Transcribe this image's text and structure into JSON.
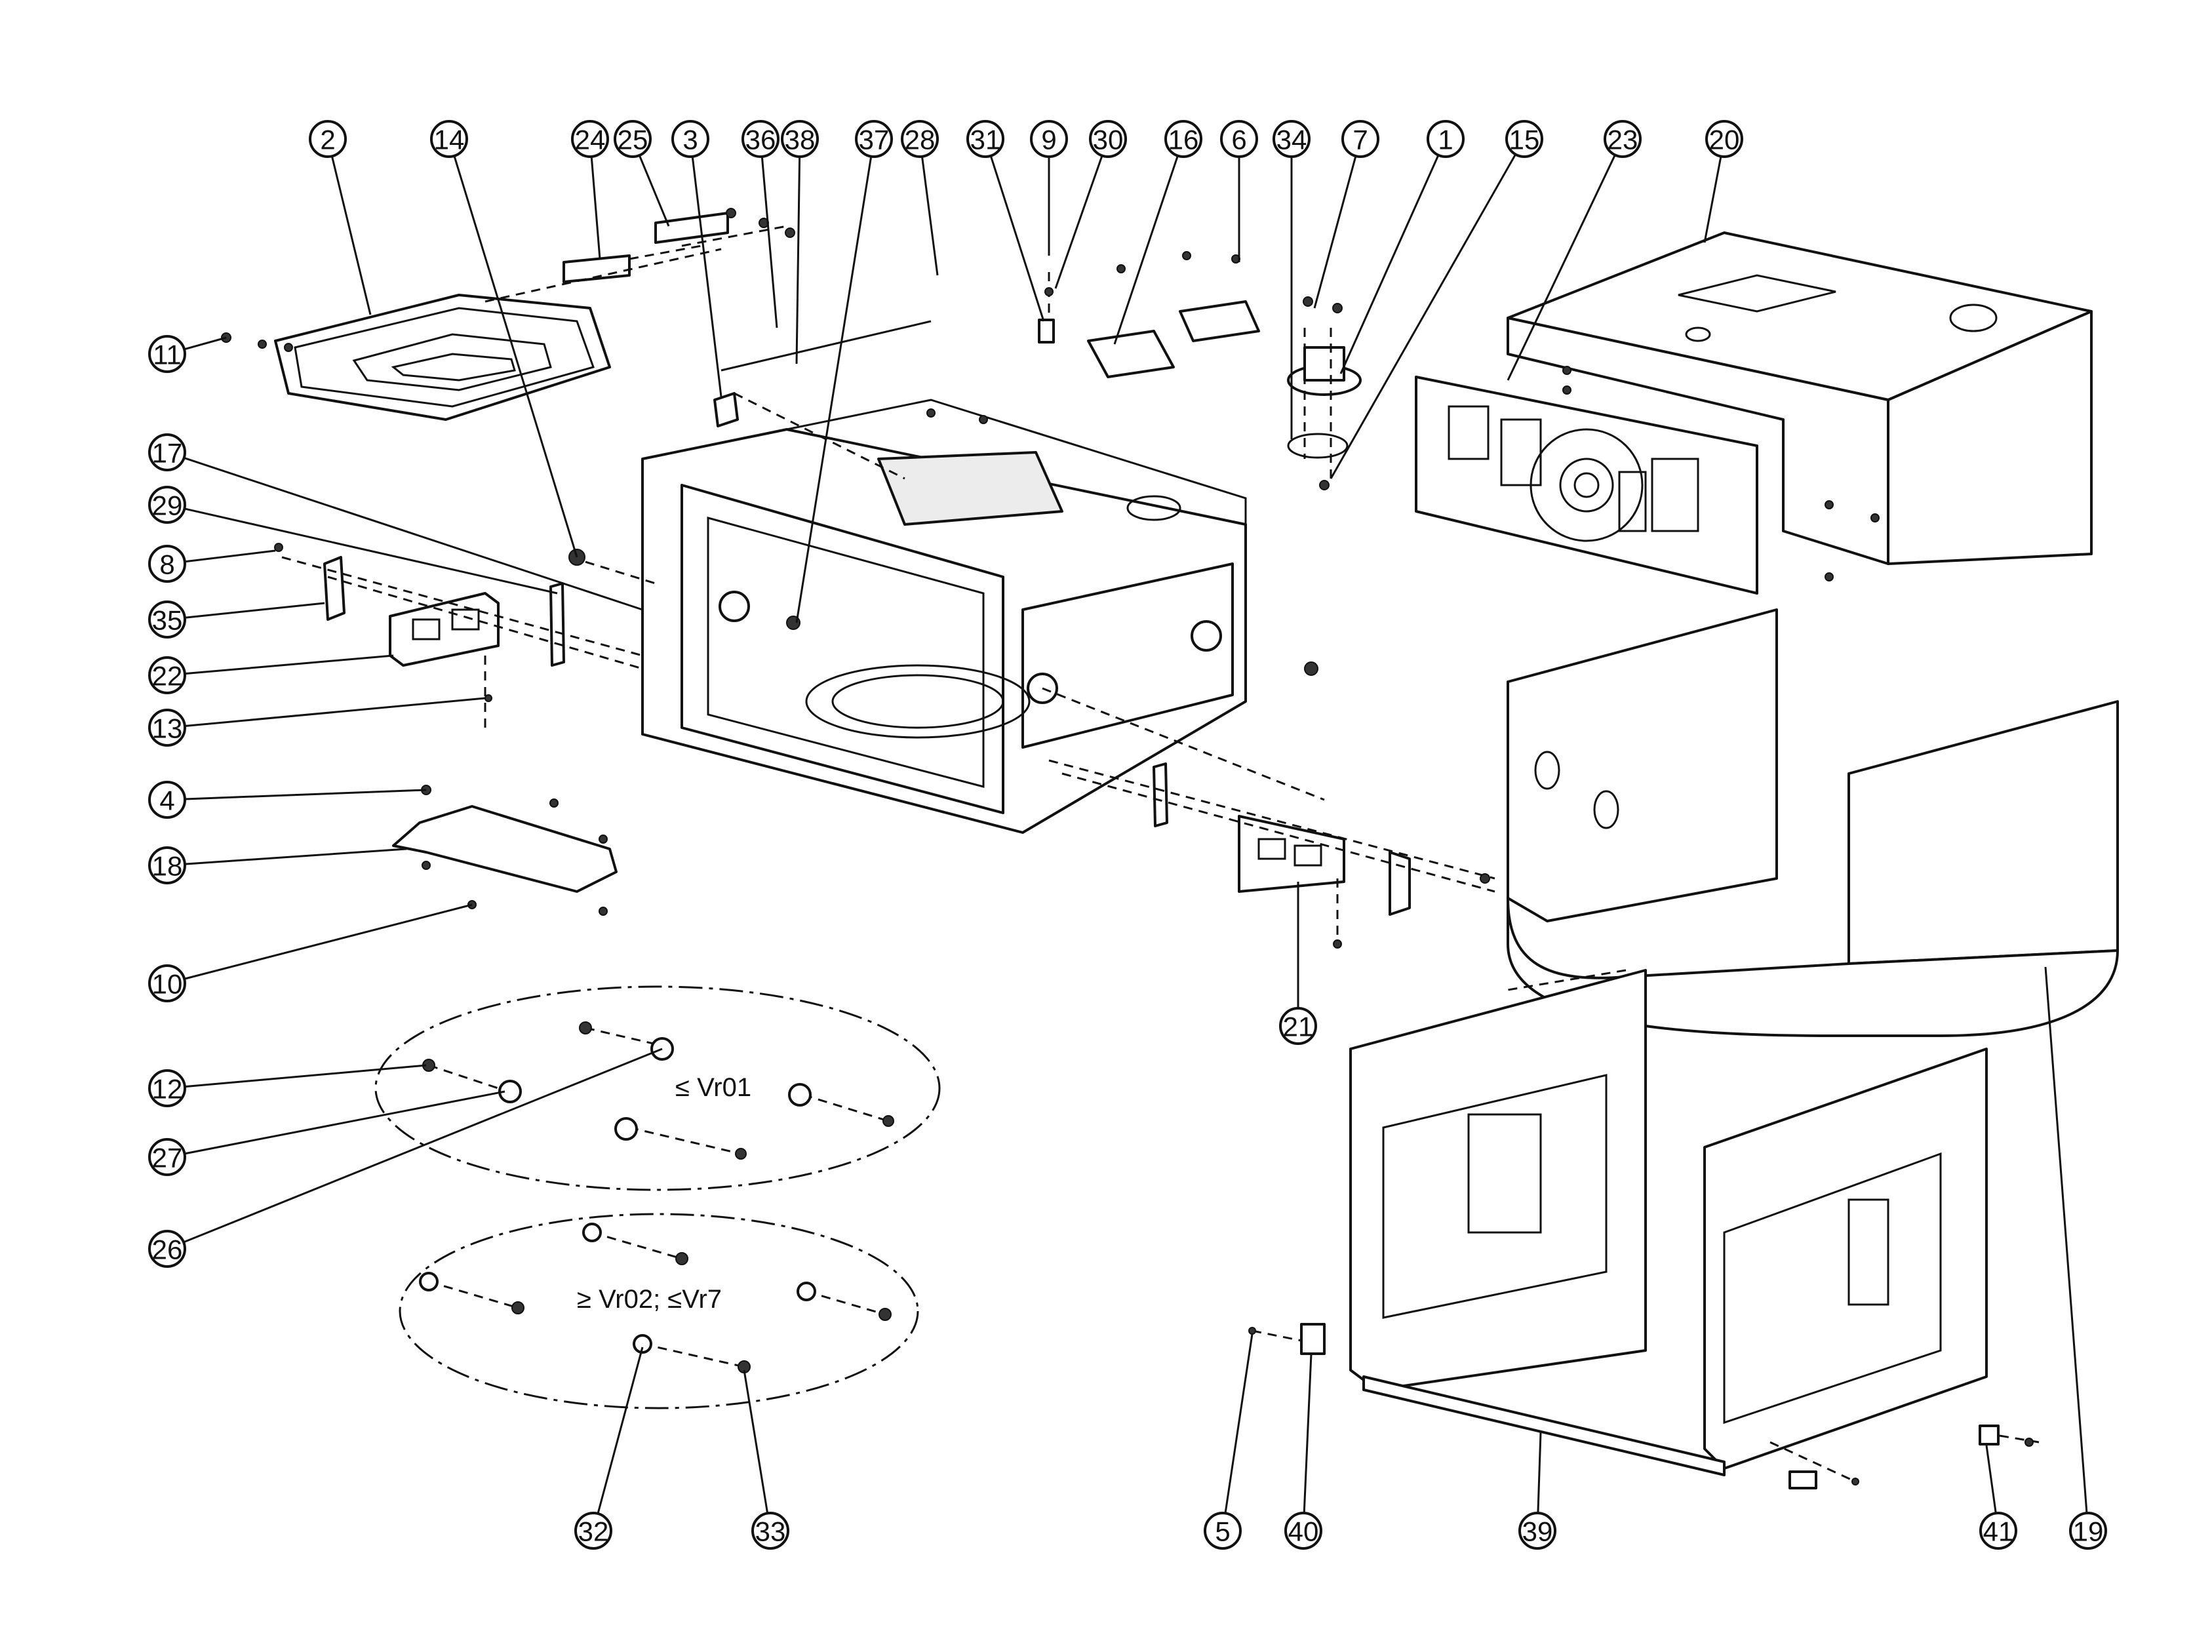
{
  "diagram": {
    "callouts": [
      {
        "id": "c2",
        "label": "2"
      },
      {
        "id": "c14",
        "label": "14"
      },
      {
        "id": "c24",
        "label": "24"
      },
      {
        "id": "c25",
        "label": "25"
      },
      {
        "id": "c3",
        "label": "3"
      },
      {
        "id": "c36",
        "label": "36"
      },
      {
        "id": "c38",
        "label": "38"
      },
      {
        "id": "c37",
        "label": "37"
      },
      {
        "id": "c28",
        "label": "28"
      },
      {
        "id": "c31",
        "label": "31"
      },
      {
        "id": "c9",
        "label": "9"
      },
      {
        "id": "c30",
        "label": "30"
      },
      {
        "id": "c16",
        "label": "16"
      },
      {
        "id": "c6",
        "label": "6"
      },
      {
        "id": "c34",
        "label": "34"
      },
      {
        "id": "c7",
        "label": "7"
      },
      {
        "id": "c1",
        "label": "1"
      },
      {
        "id": "c15",
        "label": "15"
      },
      {
        "id": "c23",
        "label": "23"
      },
      {
        "id": "c20",
        "label": "20"
      },
      {
        "id": "c11",
        "label": "11"
      },
      {
        "id": "c17",
        "label": "17"
      },
      {
        "id": "c29",
        "label": "29"
      },
      {
        "id": "c8",
        "label": "8"
      },
      {
        "id": "c35",
        "label": "35"
      },
      {
        "id": "c22",
        "label": "22"
      },
      {
        "id": "c13",
        "label": "13"
      },
      {
        "id": "c4",
        "label": "4"
      },
      {
        "id": "c18",
        "label": "18"
      },
      {
        "id": "c10",
        "label": "10"
      },
      {
        "id": "c21",
        "label": "21"
      },
      {
        "id": "c12",
        "label": "12"
      },
      {
        "id": "c27",
        "label": "27"
      },
      {
        "id": "c26",
        "label": "26"
      },
      {
        "id": "c32",
        "label": "32"
      },
      {
        "id": "c33",
        "label": "33"
      },
      {
        "id": "c5",
        "label": "5"
      },
      {
        "id": "c40",
        "label": "40"
      },
      {
        "id": "c39",
        "label": "39"
      },
      {
        "id": "c41",
        "label": "41"
      },
      {
        "id": "c19",
        "label": "19"
      }
    ],
    "variant_notes": {
      "upper": "≤ Vr01",
      "lower": "≥ Vr02; ≤Vr7"
    }
  }
}
